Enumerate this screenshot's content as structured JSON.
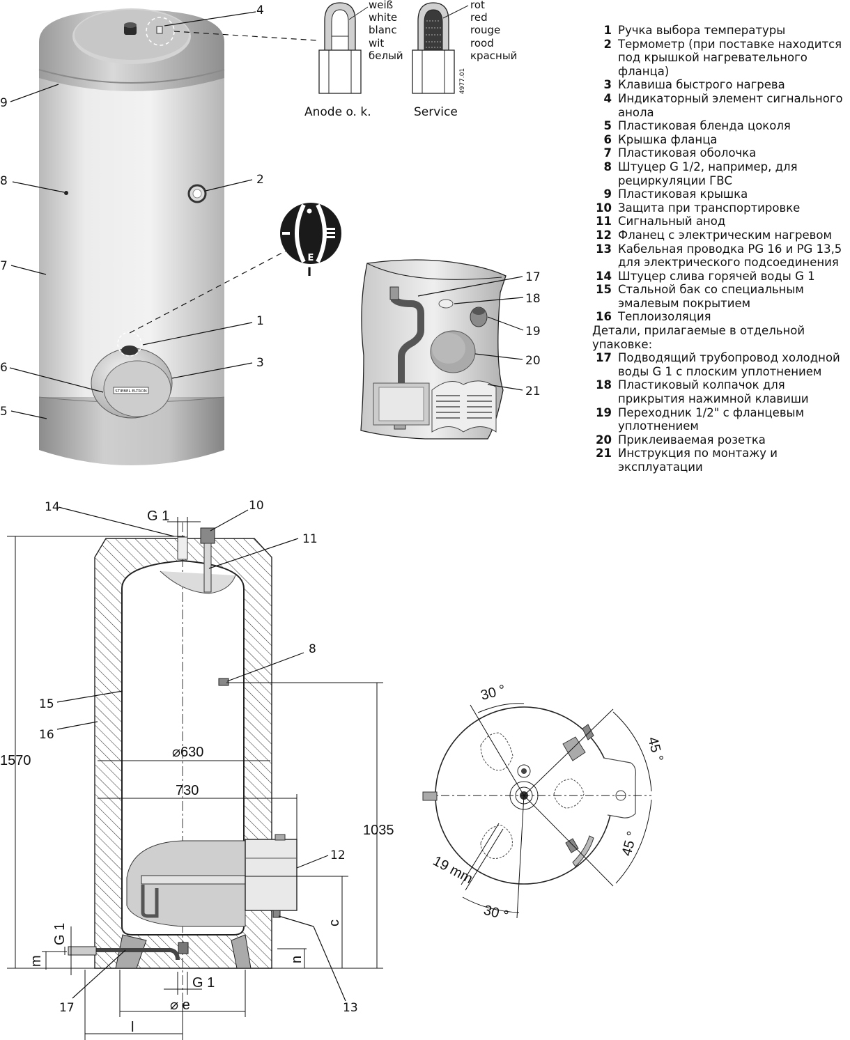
{
  "legend_items": [
    {
      "n": "1",
      "t": "Ручка выбора температуры"
    },
    {
      "n": "2",
      "t": "Термометр (при поставке находится под крышкой нагревательного фланца)"
    },
    {
      "n": "3",
      "t": "Клавиша быстрого нагрева"
    },
    {
      "n": "4",
      "t": "Индикаторный элемент сигнального анола"
    },
    {
      "n": "5",
      "t": "Пластиковая бленда цоколя"
    },
    {
      "n": "6",
      "t": "Крышка фланца"
    },
    {
      "n": "7",
      "t": "Пластиковая оболочка"
    },
    {
      "n": "8",
      "t": "Штуцер G 1/2, например, для рециркуляции ГВС"
    },
    {
      "n": "9",
      "t": "Пластиковая крышка"
    },
    {
      "n": "10",
      "t": "Защита при транспортировке"
    },
    {
      "n": "11",
      "t": "Сигнальный анод"
    },
    {
      "n": "12",
      "t": "Фланец с электрическим нагревом"
    },
    {
      "n": "13",
      "t": "Кабельная проводка PG 16 и PG 13,5 для электрического подсоединения"
    },
    {
      "n": "14",
      "t": "Штуцер слива горячей воды G 1"
    },
    {
      "n": "15",
      "t": "Стальной бак со специальным эмалевым покрытием"
    },
    {
      "n": "16",
      "t": "Теплоизоляция"
    }
  ],
  "legend_note": "Детали, прилагаемые в отдельной упаковке:",
  "legend_items_extra": [
    {
      "n": "17",
      "t": "Подводящий трубопровод холодной воды G 1 с плоским уплотнением"
    },
    {
      "n": "18",
      "t": "Пластиковый колпачок для прикрытия нажимной клавиши"
    },
    {
      "n": "19",
      "t": "Переходник 1/2\" с фланцевым уплотнением"
    },
    {
      "n": "20",
      "t": "Приклеиваемая розетка"
    },
    {
      "n": "21",
      "t": "Инструкция по монтажу и эксплуатации"
    }
  ],
  "anode_white": [
    "weiß",
    "white",
    "blanc",
    "wit",
    "белый"
  ],
  "anode_red": [
    "rot",
    "red",
    "rouge",
    "rood",
    "красный"
  ],
  "anode_ok_caption": "Anode o. k.",
  "anode_service_caption": "Service",
  "figure_code": "4977.01",
  "knob_marker": "I",
  "brand_plate": "STIEBEL ELTRON",
  "top_callouts": [
    "1",
    "2",
    "3",
    "4",
    "5",
    "6",
    "7",
    "8",
    "9"
  ],
  "accessory_callouts": [
    "17",
    "18",
    "19",
    "20",
    "21"
  ],
  "section_callouts": [
    "8",
    "10",
    "11",
    "12",
    "13",
    "14",
    "15",
    "16",
    "17"
  ],
  "dimensions": {
    "height": "1570",
    "diameter_inner": "⌀630",
    "width_outer": "730",
    "port8_height": "1035",
    "top_port": "G 1",
    "left_port": "G 1",
    "bottom_port": "G 1",
    "m": "m",
    "n": "n",
    "c": "c",
    "e": "⌀ e",
    "l": "l"
  },
  "plan_dimensions": {
    "angle_top": "30 °",
    "angle_right_top": "45 °",
    "angle_right_bottom": "45 °",
    "angle_bottom": "30 °",
    "offset": "19 mm"
  }
}
